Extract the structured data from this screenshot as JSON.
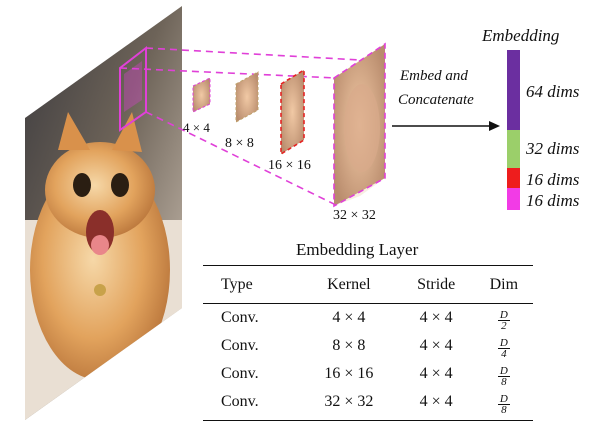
{
  "diagram": {
    "patch_labels": [
      "4 × 4",
      "8 × 8",
      "16 × 16",
      "32 × 32"
    ],
    "process_label_line1": "Embed and",
    "process_label_line2": "Concatenate",
    "embedding": {
      "title": "Embedding",
      "segments": [
        {
          "label": "64 dims",
          "color": "#6b2fa0"
        },
        {
          "label": "32 dims",
          "color": "#9bcf6a"
        },
        {
          "label": "16 dims",
          "color": "#ee1d1d"
        },
        {
          "label": "16 dims",
          "color": "#f23be6"
        }
      ]
    },
    "colors": {
      "dash_magenta": "#e040d8",
      "dash_red": "#e52222"
    }
  },
  "table": {
    "title": "Embedding Layer",
    "headers": [
      "Type",
      "Kernel",
      "Stride",
      "Dim"
    ],
    "rows": [
      {
        "type": "Conv.",
        "kernel": "4 × 4",
        "stride": "4 × 4",
        "dim_num": "D",
        "dim_den": "2"
      },
      {
        "type": "Conv.",
        "kernel": "8 × 8",
        "stride": "4 × 4",
        "dim_num": "D",
        "dim_den": "4"
      },
      {
        "type": "Conv.",
        "kernel": "16 × 16",
        "stride": "4 × 4",
        "dim_num": "D",
        "dim_den": "8"
      },
      {
        "type": "Conv.",
        "kernel": "32 × 32",
        "stride": "4 × 4",
        "dim_num": "D",
        "dim_den": "8"
      }
    ]
  }
}
